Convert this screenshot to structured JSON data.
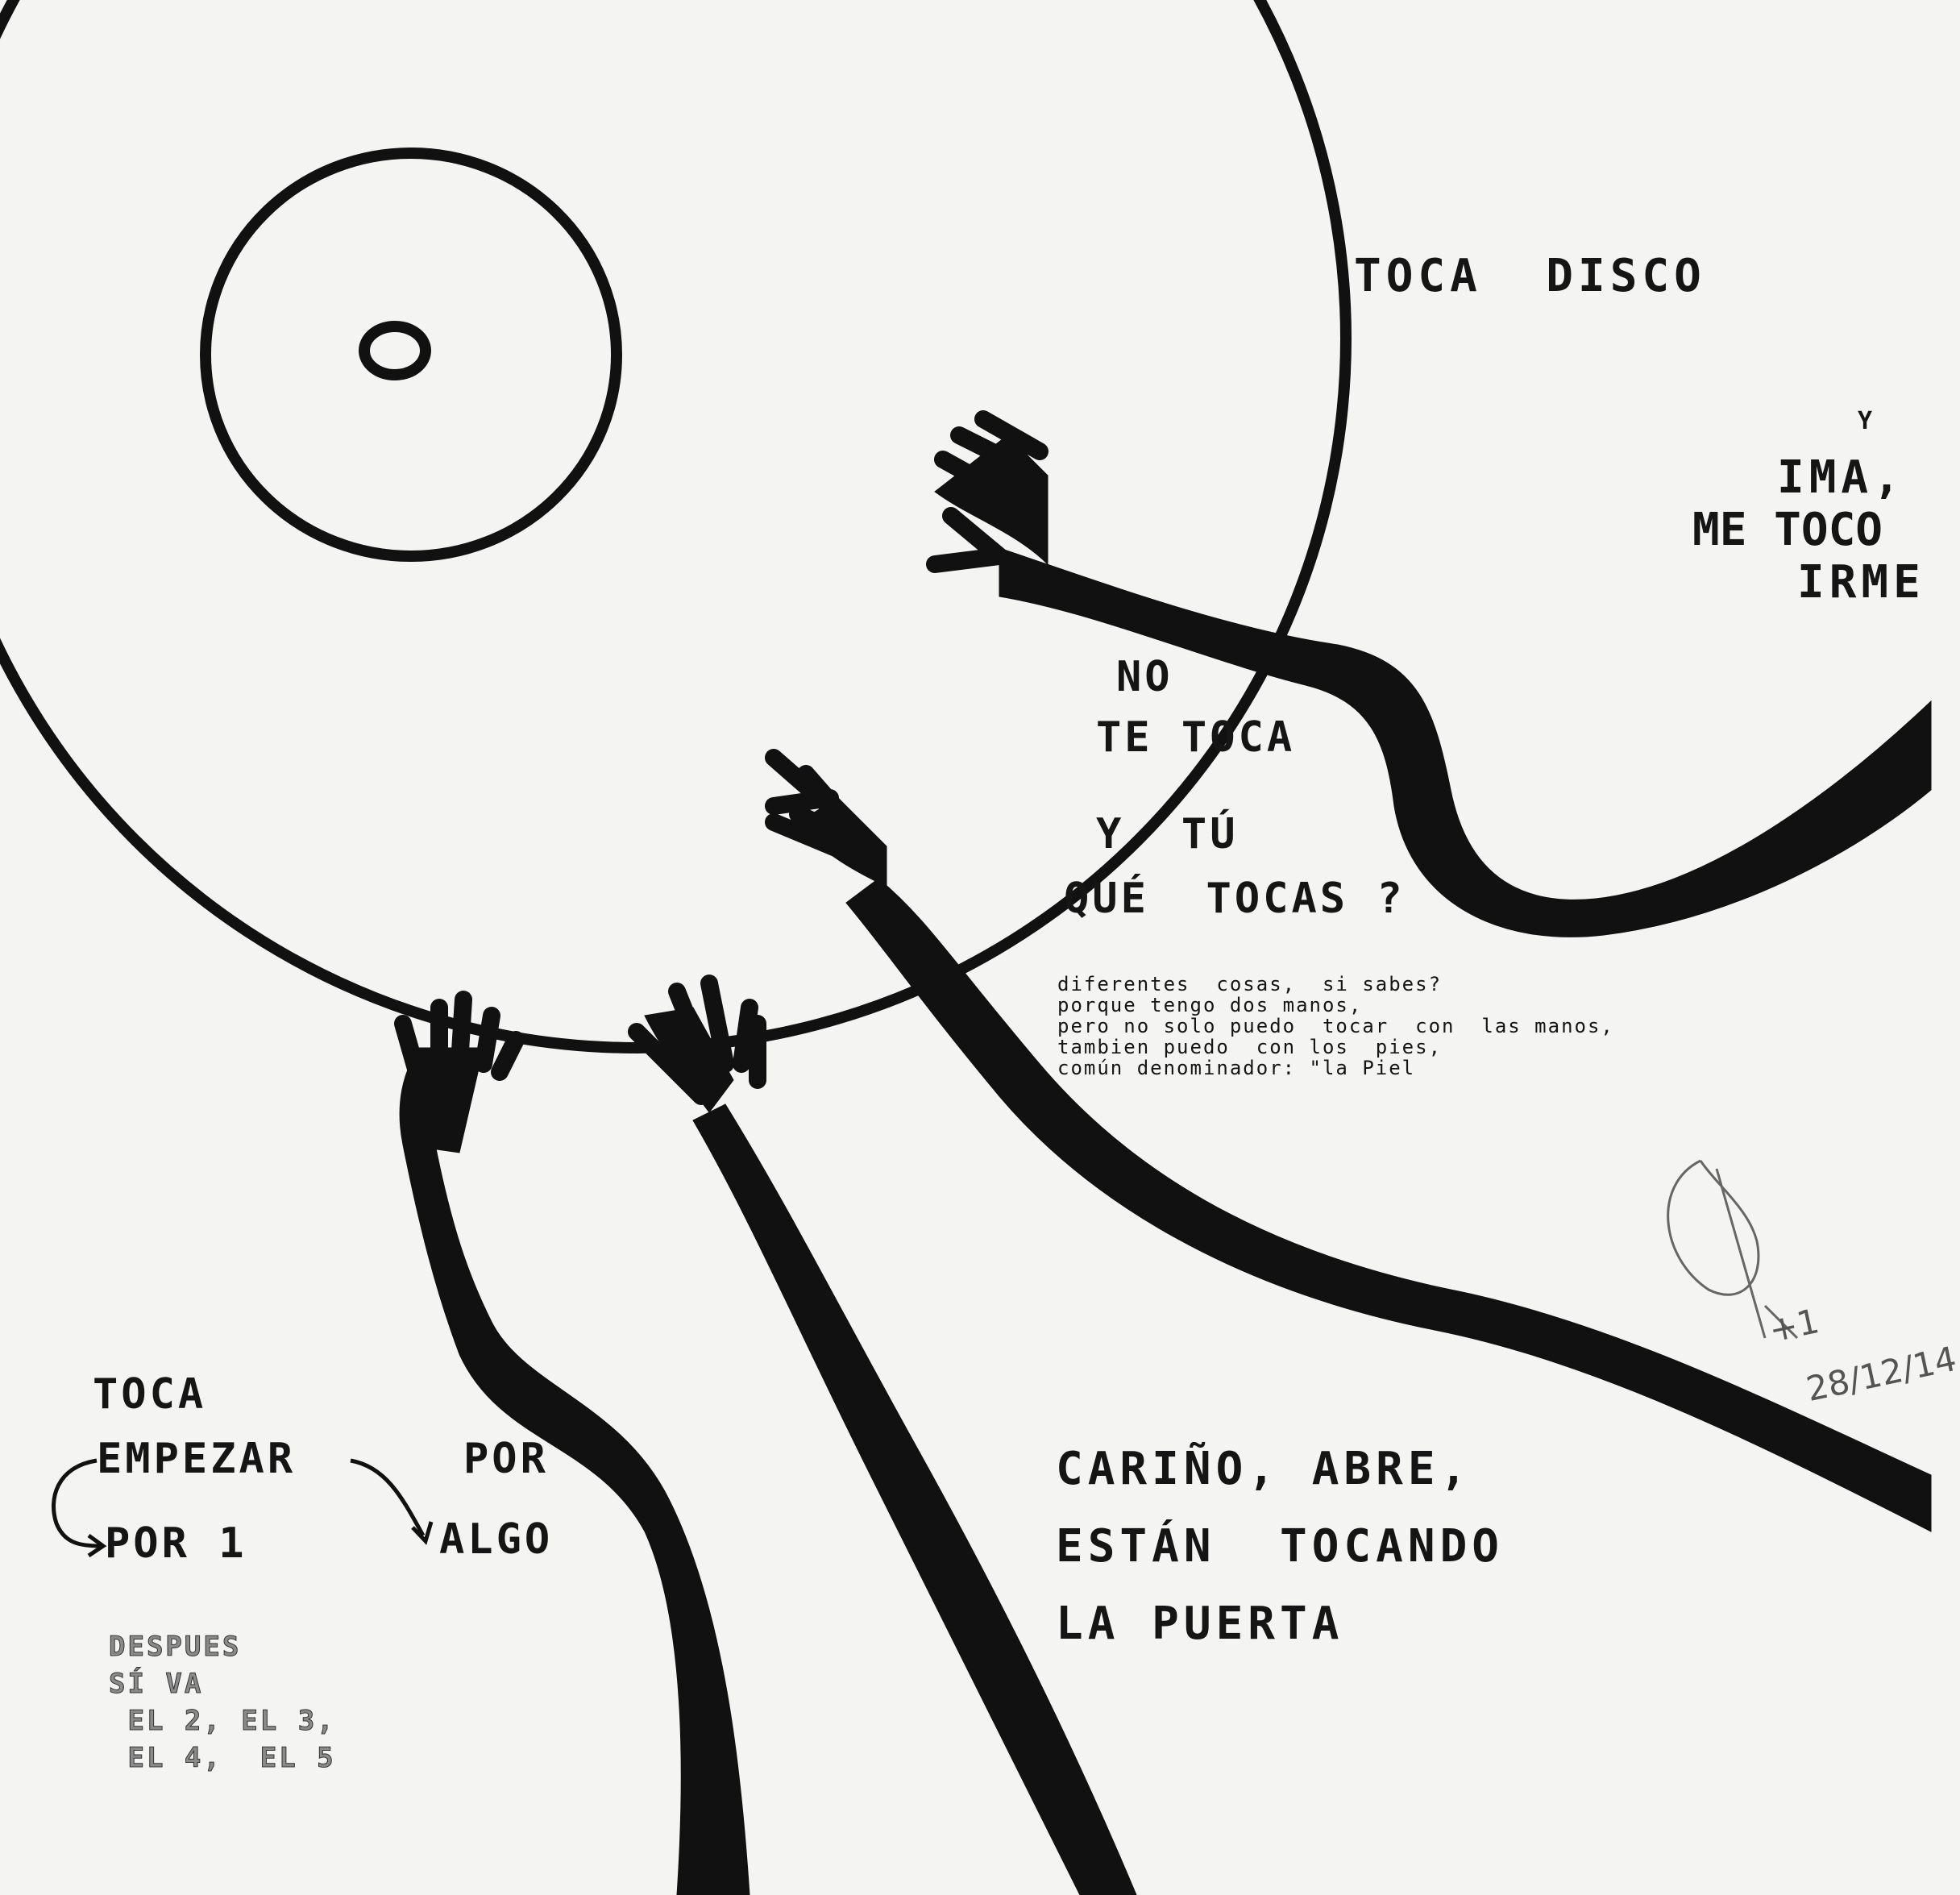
{
  "colors": {
    "paper": "#f4f4f2",
    "ink": "#111111",
    "grey_text": "#8a8a8a",
    "pencil": "#555555"
  },
  "texts": {
    "toca_disco": "TOCA  DISCO",
    "y": "Y",
    "ima": "IMA,",
    "me_toco": "ME TOCO",
    "irme": "IRME",
    "no": "NO",
    "te_toca": "TE TOCA",
    "y_tu": "Y  TÚ",
    "que_tocas": "QUÉ  TOCAS ?",
    "paragraph": [
      "diferentes  cosas,  si sabes?",
      "porque tengo dos manos,",
      "pero no solo puedo  tocar  con  las manos,",
      "tambien puedo  con los  pies,",
      "común denominador: \"la Piel"
    ],
    "toca": "TOCA",
    "empezar": "EMPEZAR",
    "por_1": "POR 1",
    "por": "POR",
    "algo": "ALGO",
    "despues": [
      "DESPUES",
      "SÍ VA",
      " EL 2, EL 3,",
      " EL 4,  EL 5"
    ],
    "carino": [
      "CARIÑO, ABRE,",
      "ESTÁN  TOCANDO",
      "LA PUERTA"
    ],
    "signature_date": "28/12/14",
    "signature_mark": "+1"
  }
}
